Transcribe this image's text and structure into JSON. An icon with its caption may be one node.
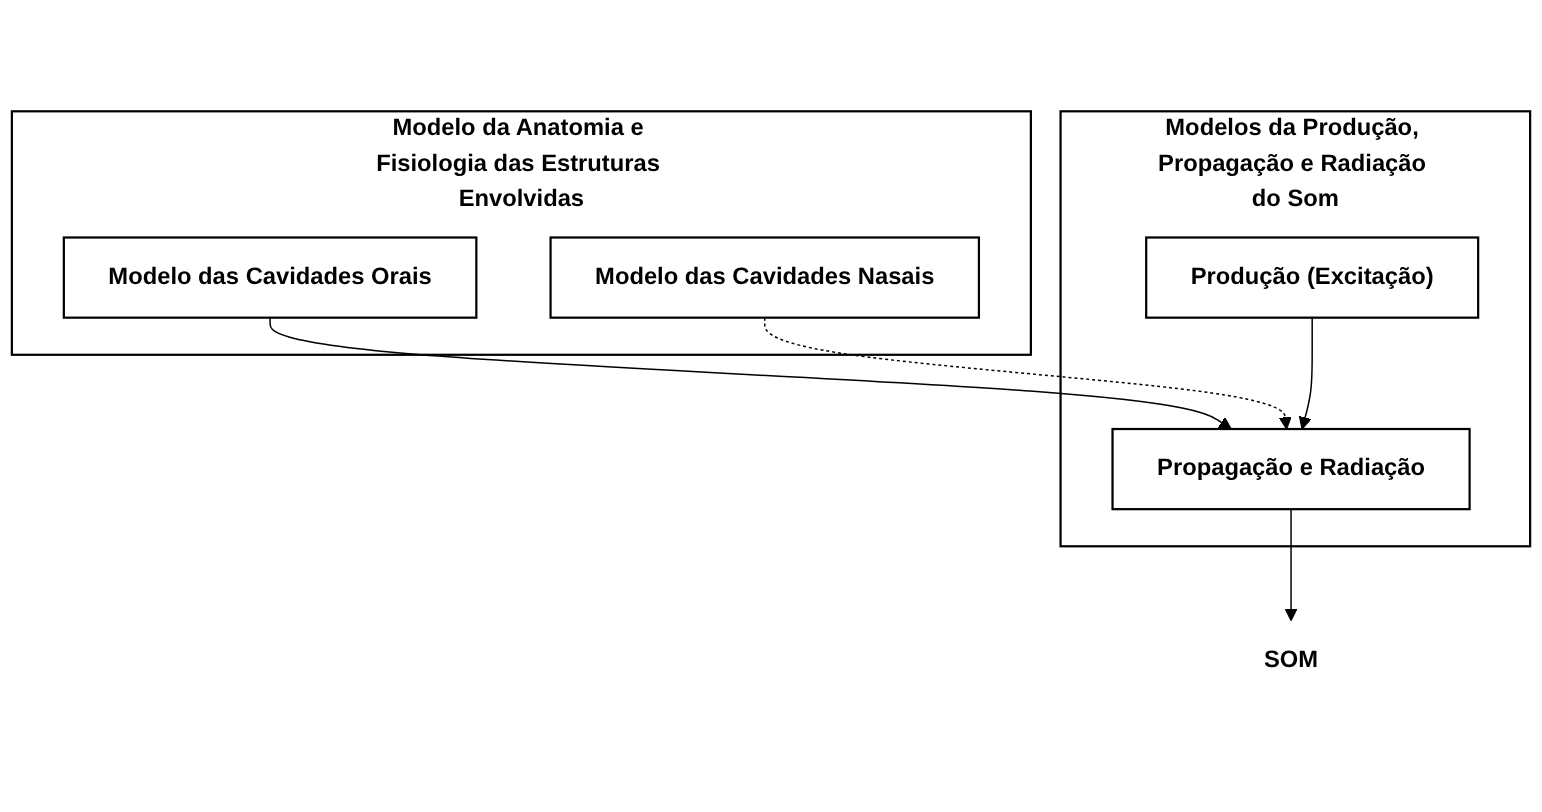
{
  "diagram": {
    "nodes": [
      {
        "text": [
          "Modelo da Anatomia e Fisiologia das Estruturas Envolvidas"
        ]
      },
      {
        "text": [
          "Modelo das Cavidades Orais"
        ],
        "in": 0
      },
      {
        "text": [
          "Modelo das Cavidades Nasais"
        ],
        "in": 0
      },
      {
        "text": [
          "Modelos da Produção, Propagação e Radiação do Som"
        ]
      },
      {
        "text": [
          "Propagação e Radiação"
        ],
        "in": 3
      },
      {
        "text": [
          "Produção (Excitação)"
        ],
        "in": 3
      },
      {
        "text": [
          "SOM"
        ]
      }
    ],
    "edges": [
      {
        "from": 1,
        "to": 4,
        "arrow": "to"
      },
      {
        "from": 2,
        "to": 4,
        "arrow": "to",
        "style": "dashed"
      },
      {
        "from": 5,
        "to": 4,
        "arrow": "to"
      },
      {
        "from": 4,
        "to": 6,
        "arrow": "to"
      }
    ]
  }
}
